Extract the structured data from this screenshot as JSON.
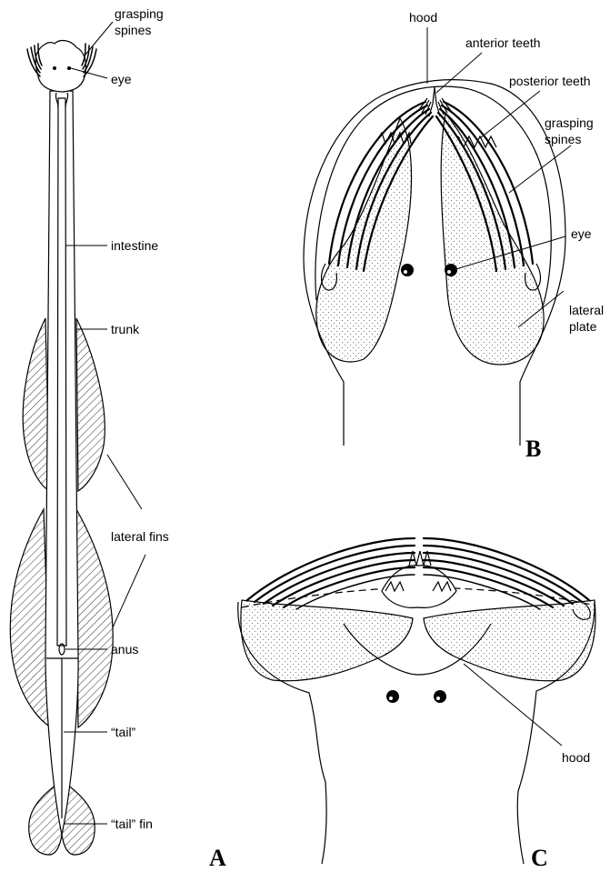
{
  "panel_a": {
    "letter": "A",
    "labels": {
      "grasping_spines": [
        "grasping",
        "spines"
      ],
      "eye": "eye",
      "intestine": "intestine",
      "trunk": "trunk",
      "lateral_fins": "lateral fins",
      "anus": "anus",
      "tail": "“tail”",
      "tail_fin": "“tail”  fin"
    }
  },
  "panel_b": {
    "letter": "B",
    "labels": {
      "hood": "hood",
      "anterior_teeth": "anterior teeth",
      "posterior_teeth": "posterior teeth",
      "grasping_spines": [
        "grasping",
        "spines"
      ],
      "eye": "eye",
      "lateral_plate": [
        "lateral",
        "plate"
      ]
    }
  },
  "panel_c": {
    "letter": "C",
    "labels": {
      "hood": "hood"
    }
  }
}
